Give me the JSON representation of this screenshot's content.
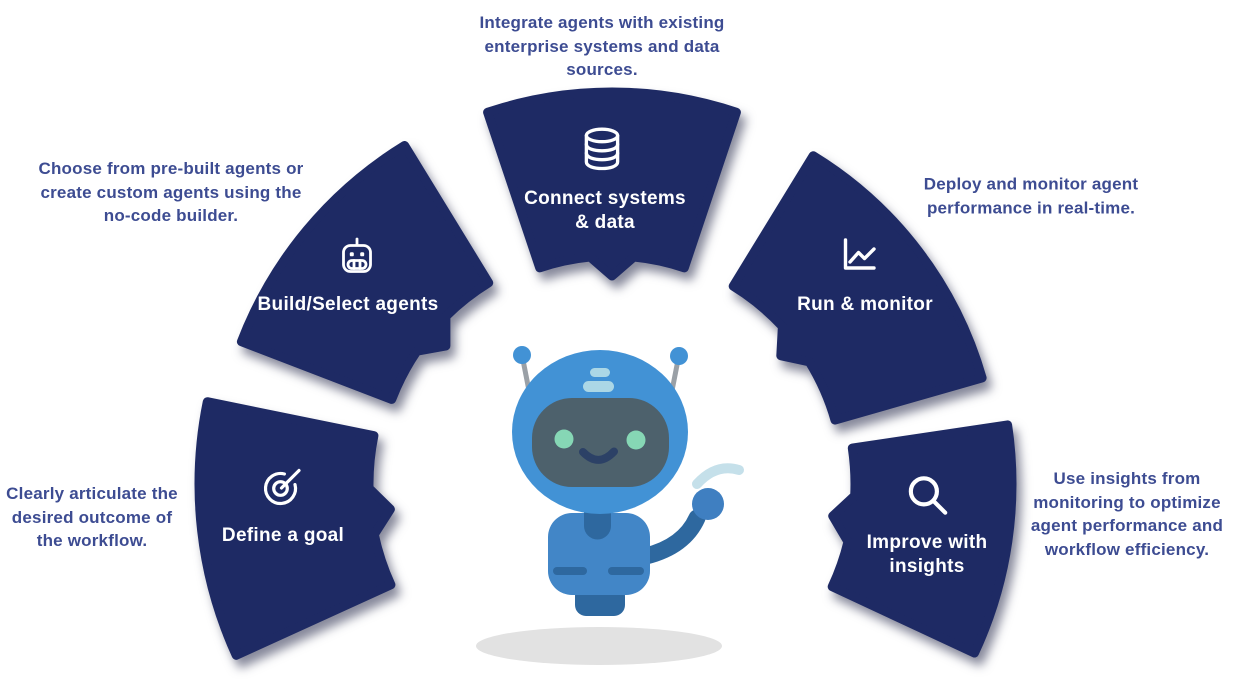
{
  "diagram_name": "AI agent workflow diagram",
  "colors": {
    "background": "#ffffff",
    "wedge": "#1e2a64",
    "label_text": "#ffffff",
    "description_text": "#3d4c92",
    "robot_primary": "#4292d5",
    "robot_body": "#4286c7",
    "robot_dark_blue": "#2e689f",
    "robot_hand": "#3f7fc1",
    "robot_visor": "#4d616c",
    "robot_eyes": "#86d7b5",
    "robot_smile": "#2c4166",
    "robot_lights": "#abd7e6",
    "swoosh": "#c5e0ea",
    "antenna_stalk": "#9aa0a6",
    "floor_shadow": "#e2e2e2"
  },
  "steps": [
    {
      "id": "define-goal",
      "label": "Define a goal",
      "icon": "target-icon",
      "description": "Clearly articulate the\ndesired outcome of\nthe workflow."
    },
    {
      "id": "build-select-agents",
      "label": "Build/Select agents",
      "icon": "robot-head-icon",
      "description": "Choose from pre-built agents or\ncreate custom agents using the\nno-code builder."
    },
    {
      "id": "connect-systems-data",
      "label": "Connect systems\n& data",
      "icon": "database-icon",
      "description": "Integrate agents with existing\nenterprise systems and data\nsources."
    },
    {
      "id": "run-monitor",
      "label": "Run & monitor",
      "icon": "line-chart-icon",
      "description": "Deploy and monitor agent\nperformance in real-time."
    },
    {
      "id": "improve-with-insights",
      "label": "Improve with\ninsights",
      "icon": "magnifier-icon",
      "description": "Use insights from\nmonitoring to optimize\nagent performance and\nworkflow efficiency."
    }
  ],
  "mascot": {
    "name": "robot-mascot"
  }
}
